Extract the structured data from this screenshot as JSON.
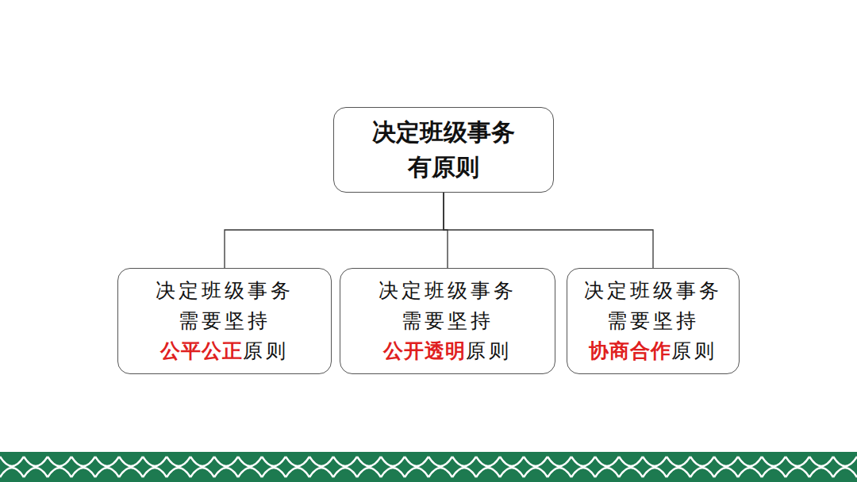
{
  "diagram": {
    "nodes": [
      {
        "text": [
          "决定班级事务 有原则"
        ]
      },
      {
        "text": [
          "决定班级事务 需要坚持",
          "公平公正",
          "原则"
        ]
      },
      {
        "text": [
          "决定班级事务 需要坚持",
          "公开透明",
          "原则"
        ]
      },
      {
        "text": [
          "决定班级事务 需要坚持",
          "协商合作",
          "原则"
        ]
      }
    ],
    "edges": [
      {
        "from": 0,
        "to": 1,
        "arrow": "none"
      },
      {
        "from": 0,
        "to": 2,
        "arrow": "none"
      },
      {
        "from": 0,
        "to": 3,
        "arrow": "none"
      }
    ]
  }
}
